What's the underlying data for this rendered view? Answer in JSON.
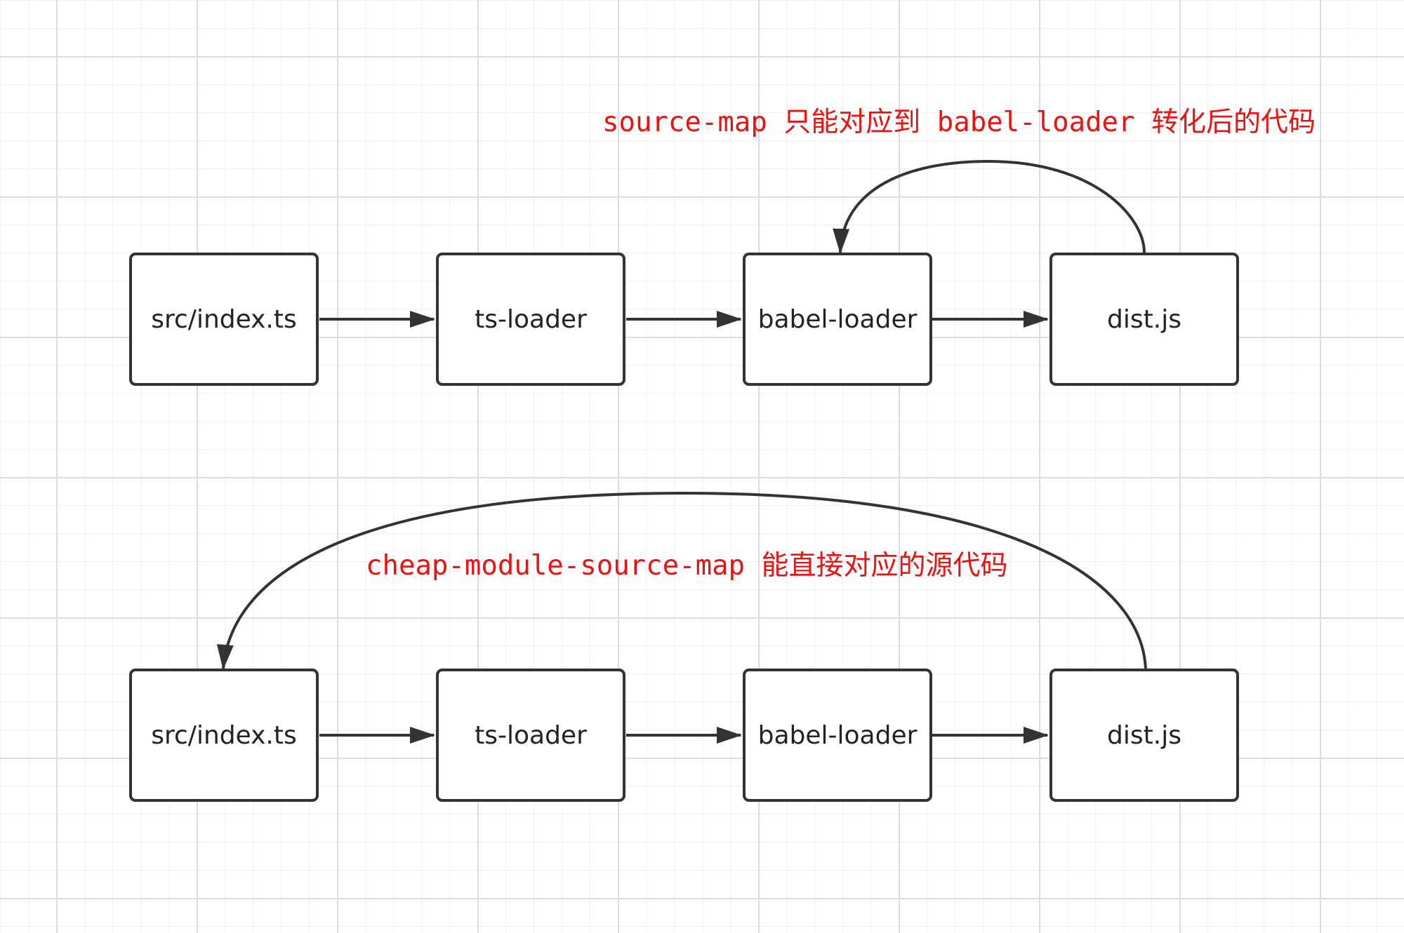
{
  "colors": {
    "stroke": "#333333",
    "caption": "#ee1111",
    "grid": "#dcdcdc"
  },
  "flows": [
    {
      "caption": "source-map 只能对应到 babel-loader 转化后的代码",
      "nodes": [
        "src/index.ts",
        "ts-loader",
        "babel-loader",
        "dist.js"
      ]
    },
    {
      "caption": "cheap-module-source-map 能直接对应的源代码",
      "nodes": [
        "src/index.ts",
        "ts-loader",
        "babel-loader",
        "dist.js"
      ]
    }
  ]
}
